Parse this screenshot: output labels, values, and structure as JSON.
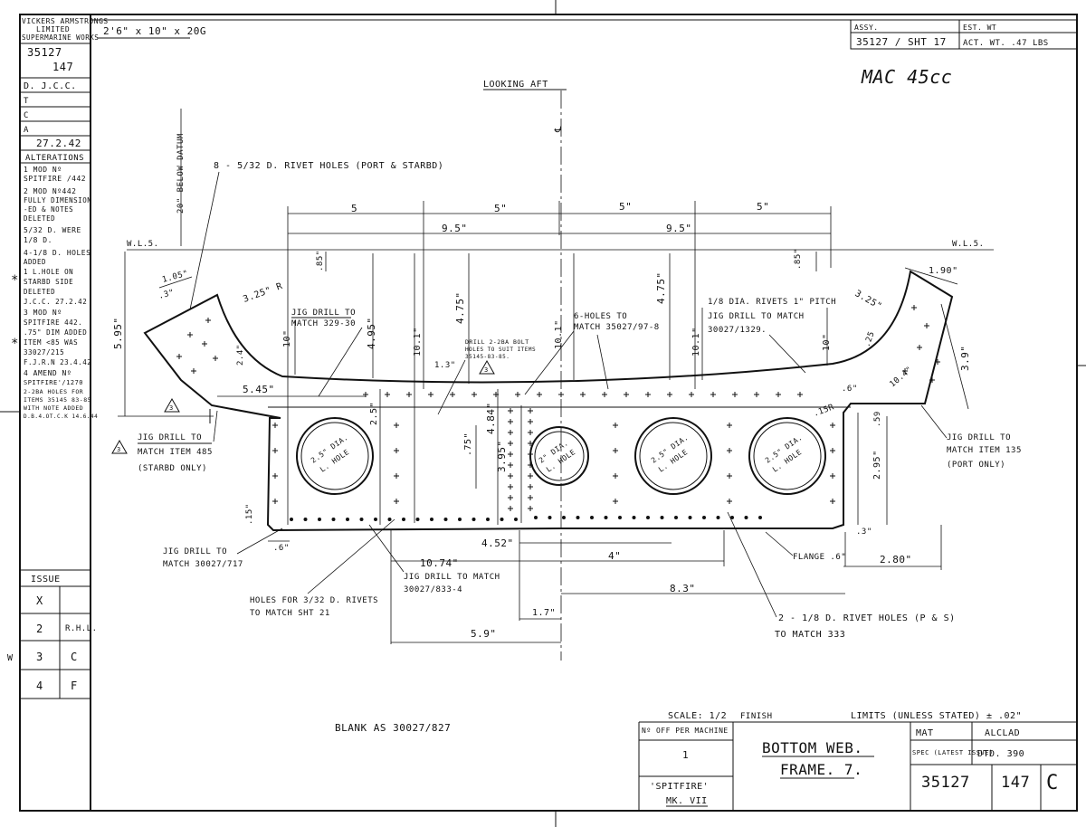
{
  "company": [
    "VICKERS ARMSTRONGS",
    "LIMITED",
    "SUPERMARINE WORKS"
  ],
  "top_label": "2'6\" x 10\" x 20G",
  "left_block": {
    "drawing_no": "35127",
    "sheet_no": "147",
    "drawn": "D. J.C.C.",
    "traced": "T",
    "checked": "C",
    "approved": "A",
    "date": "27.2.42",
    "alterations_title": "ALTERATIONS",
    "alterations": [
      "1 MOD Nº",
      "SPITFIRE /442",
      "2 MOD Nº442",
      "FULLY DIMENSION",
      "-ED & NOTES",
      "DELETED",
      "5/32 D. WERE",
      "1/8 D.",
      "4-1/8 D. HOLES",
      "ADDED",
      "1 L.HOLE ON",
      "STARBD SIDE",
      "DELETED",
      "J.C.C. 27.2.42",
      "3 MOD Nº",
      "SPITFIRE 442.",
      ".75\" DIM ADDED",
      "ITEM <85 WAS",
      "33027/215",
      "F.J.R.N 23.4.42",
      "4 AMEND Nº",
      "SPITFIRE'/1270",
      "2-2BA HOLES FOR",
      "ITEMS 35145 83-85",
      "WITH NOTE ADDED",
      "D.B.4.OT.C.K 14.6.44"
    ],
    "issue_title": "ISSUE",
    "issues": [
      {
        "mark": "X",
        "by": ""
      },
      {
        "mark": "2",
        "by": "R.H.L."
      },
      {
        "mark": "3",
        "by": "C"
      },
      {
        "mark": "4",
        "by": "F"
      }
    ],
    "margin_w": "W"
  },
  "title_block_top": {
    "assy_label": "ASSY.",
    "assy_value": "35127 / SHT 17",
    "est_wt_label": "EST. WT",
    "act_wt": "ACT. WT. .47 LBS",
    "handwritten": "MAC  45cc"
  },
  "title_block": {
    "scale": "SCALE: 1/2",
    "finish": "FINISH",
    "limits": "LIMITS (UNLESS STATED) ± .02\"",
    "no_off_label": "Nº OFF PER MACHINE",
    "no_off_value": "1",
    "title_line1": "BOTTOM WEB.",
    "title_line2": "FRAME. 7.",
    "aircraft": "'SPITFIRE'",
    "mark": "MK. VII",
    "mat_label": "MAT",
    "mat_value": "ALCLAD",
    "spec_label": "SPEC (LATEST ISSUE)",
    "spec_value": "DTD. 390",
    "drawing_no": "35127",
    "sheet_no": "147",
    "rev": "C"
  },
  "notes": {
    "looking_aft": "LOOKING  AFT",
    "below_datum": "20\" BELOW DATUM",
    "rivet_holes_top": "8 - 5/32 D. RIVET HOLES (PORT & STARBD)",
    "wls_left": "W.L.5.",
    "wls_right": "W.L.5.",
    "jig_drill_329": [
      "JIG DRILL TO",
      "MATCH 329-30"
    ],
    "drill_2ba": [
      "DRILL 2-2BA BOLT",
      "HOLES TO SUIT ITEMS",
      "35145-83-85."
    ],
    "six_holes": [
      "6-HOLES TO",
      "MATCH 35027/97-8"
    ],
    "rivets_pitch": [
      "1/8 DIA. RIVETS 1\" PITCH",
      "JIG DRILL TO MATCH",
      "30027/1329."
    ],
    "jig_drill_485": [
      "JIG DRILL TO",
      "MATCH ITEM 485",
      "(STARBD ONLY)"
    ],
    "jig_drill_135": [
      "JIG DRILL TO",
      "MATCH ITEM 135",
      "(PORT ONLY)"
    ],
    "jig_drill_717": [
      "JIG DRILL TO",
      "MATCH 30027/717"
    ],
    "holes_rivets": [
      "HOLES FOR 3/32 D. RIVETS",
      "TO MATCH SHT 21"
    ],
    "jig_drill_833": [
      "JIG DRILL TO MATCH",
      "30027/833-4"
    ],
    "flange": "FLANGE .6\"",
    "rivet_holes_ps": [
      "2 - 1/8 D. RIVET HOLES (P & S)",
      "TO MATCH 333"
    ],
    "blank_as": "BLANK AS 30027/827",
    "hole_label": "L. HOLE",
    "hole_25": "2.5\" DIA.",
    "hole_2": "2\" DIA.",
    "triangle_3": "3"
  },
  "dims": {
    "top_5a": "5",
    "top_5b": "5\"",
    "top_5c": "5\"",
    "top_5d": "5\"",
    "d95_left": "9.5\"",
    "d95_right": "9.5\"",
    "d85_left": ".85\"",
    "d85_right": ".85\"",
    "d105": "1.05\"",
    "d3": ".3\"",
    "d325r_left": "3.25\" R",
    "d325r_right": "3.25\"",
    "d190": "1.90\"",
    "d595": "5.95\"",
    "d495": "4.95\"",
    "d475a": "4.75\"",
    "d475b": "4.75\"",
    "d10a": "10\"",
    "d101a": "10.1\"",
    "d101b": "10.1\"",
    "d101c": "10.1\"",
    "d10b": "10\"",
    "d13": "1.3\"",
    "d24": "2.4\"",
    "d545": "5.45\"",
    "d25v": "2.5\"",
    "d75": ".75\"",
    "d484": "4.84\"",
    "d395": "3.95\"",
    "d15": ".15\"",
    "d6": ".6\"",
    "d1074": "10.74\"",
    "d452": "4.52\"",
    "d4": "4\"",
    "d83": "8.3\"",
    "d17": "1.7\"",
    "d59": "5.9\"",
    "d280": "2.80\"",
    "d295": "2.95\"",
    "d59v": ".59",
    "d15r": ".15R",
    "d25r": ".25",
    "d104": "10.4\"",
    "d39": "3.9\"",
    "d3b": ".3\"",
    "d6b": ".6\""
  }
}
